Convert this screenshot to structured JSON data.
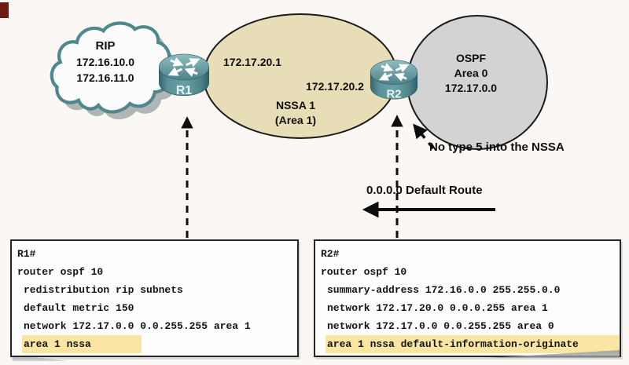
{
  "canvas": {
    "background": "#fbf7f4",
    "accent_teal": "#4e878c",
    "nssa_fill": "#e7ddb7",
    "ospf_fill": "#d3d3d3",
    "highlight_color": "#fbe5a3"
  },
  "rip_cloud": {
    "title": "RIP",
    "networks": [
      "172.16.10.0",
      "172.16.11.0"
    ]
  },
  "nssa_area": {
    "name": "NSSA 1",
    "sub": "(Area 1)",
    "left_ip": "172.17.20.1",
    "right_ip": "172.17.20.2"
  },
  "ospf_area": {
    "protocol": "OSPF",
    "area": "Area 0",
    "network": "172.17.0.0"
  },
  "routers": {
    "r1": "R1",
    "r2": "R2"
  },
  "annotations": {
    "no_type5": "No type 5 into the NSSA",
    "default_route": "0.0.0.0 Default Route"
  },
  "configs": {
    "r1": {
      "prompt": "R1#",
      "lines": [
        "router ospf 10",
        "redistribution rip subnets",
        "default metric 150",
        "network 172.17.0.0 0.0.255.255 area 1"
      ],
      "highlight": "area 1 nssa"
    },
    "r2": {
      "prompt": "R2#",
      "lines": [
        "router ospf 10",
        "summary-address 172.16.0.0 255.255.0.0",
        "network 172.17.20.0 0.0.0.255 area 1",
        "network 172.17.0.0 0.0.255.255 area 0"
      ],
      "highlight": "area 1 nssa default-information-originate"
    }
  }
}
